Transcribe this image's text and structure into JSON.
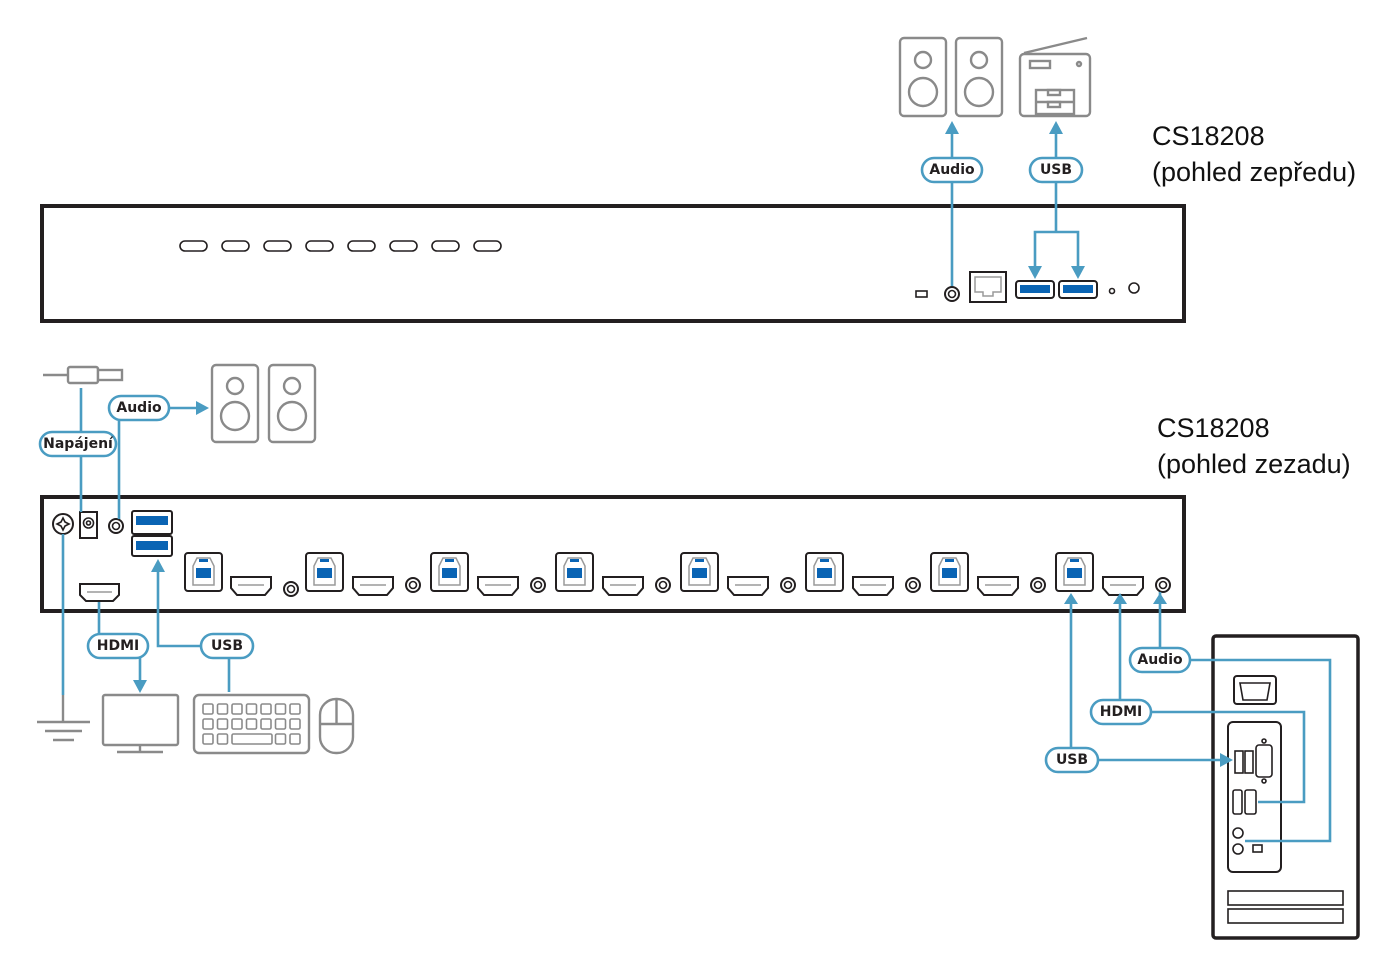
{
  "devices": {
    "front": {
      "model": "CS18208",
      "view": "(pohled zepředu)"
    },
    "rear": {
      "model": "CS18208",
      "view": "(pohled zezadu)"
    }
  },
  "labels": {
    "front_audio": "Audio",
    "front_usb": "USB",
    "power": "Napájení",
    "rear_audio": "Audio",
    "console_hdmi": "HDMI",
    "console_usb": "USB",
    "pc_audio": "Audio",
    "pc_hdmi": "HDMI",
    "pc_usb": "USB"
  },
  "front_panel": {
    "port_selection_buttons": 8
  },
  "rear_panel": {
    "computer_port_groups": 8
  },
  "colors": {
    "wire": "#4a9cc2",
    "usb_port": "#0a64b4",
    "device_outline": "#231f20",
    "peripheral": "#8a8a8a"
  }
}
